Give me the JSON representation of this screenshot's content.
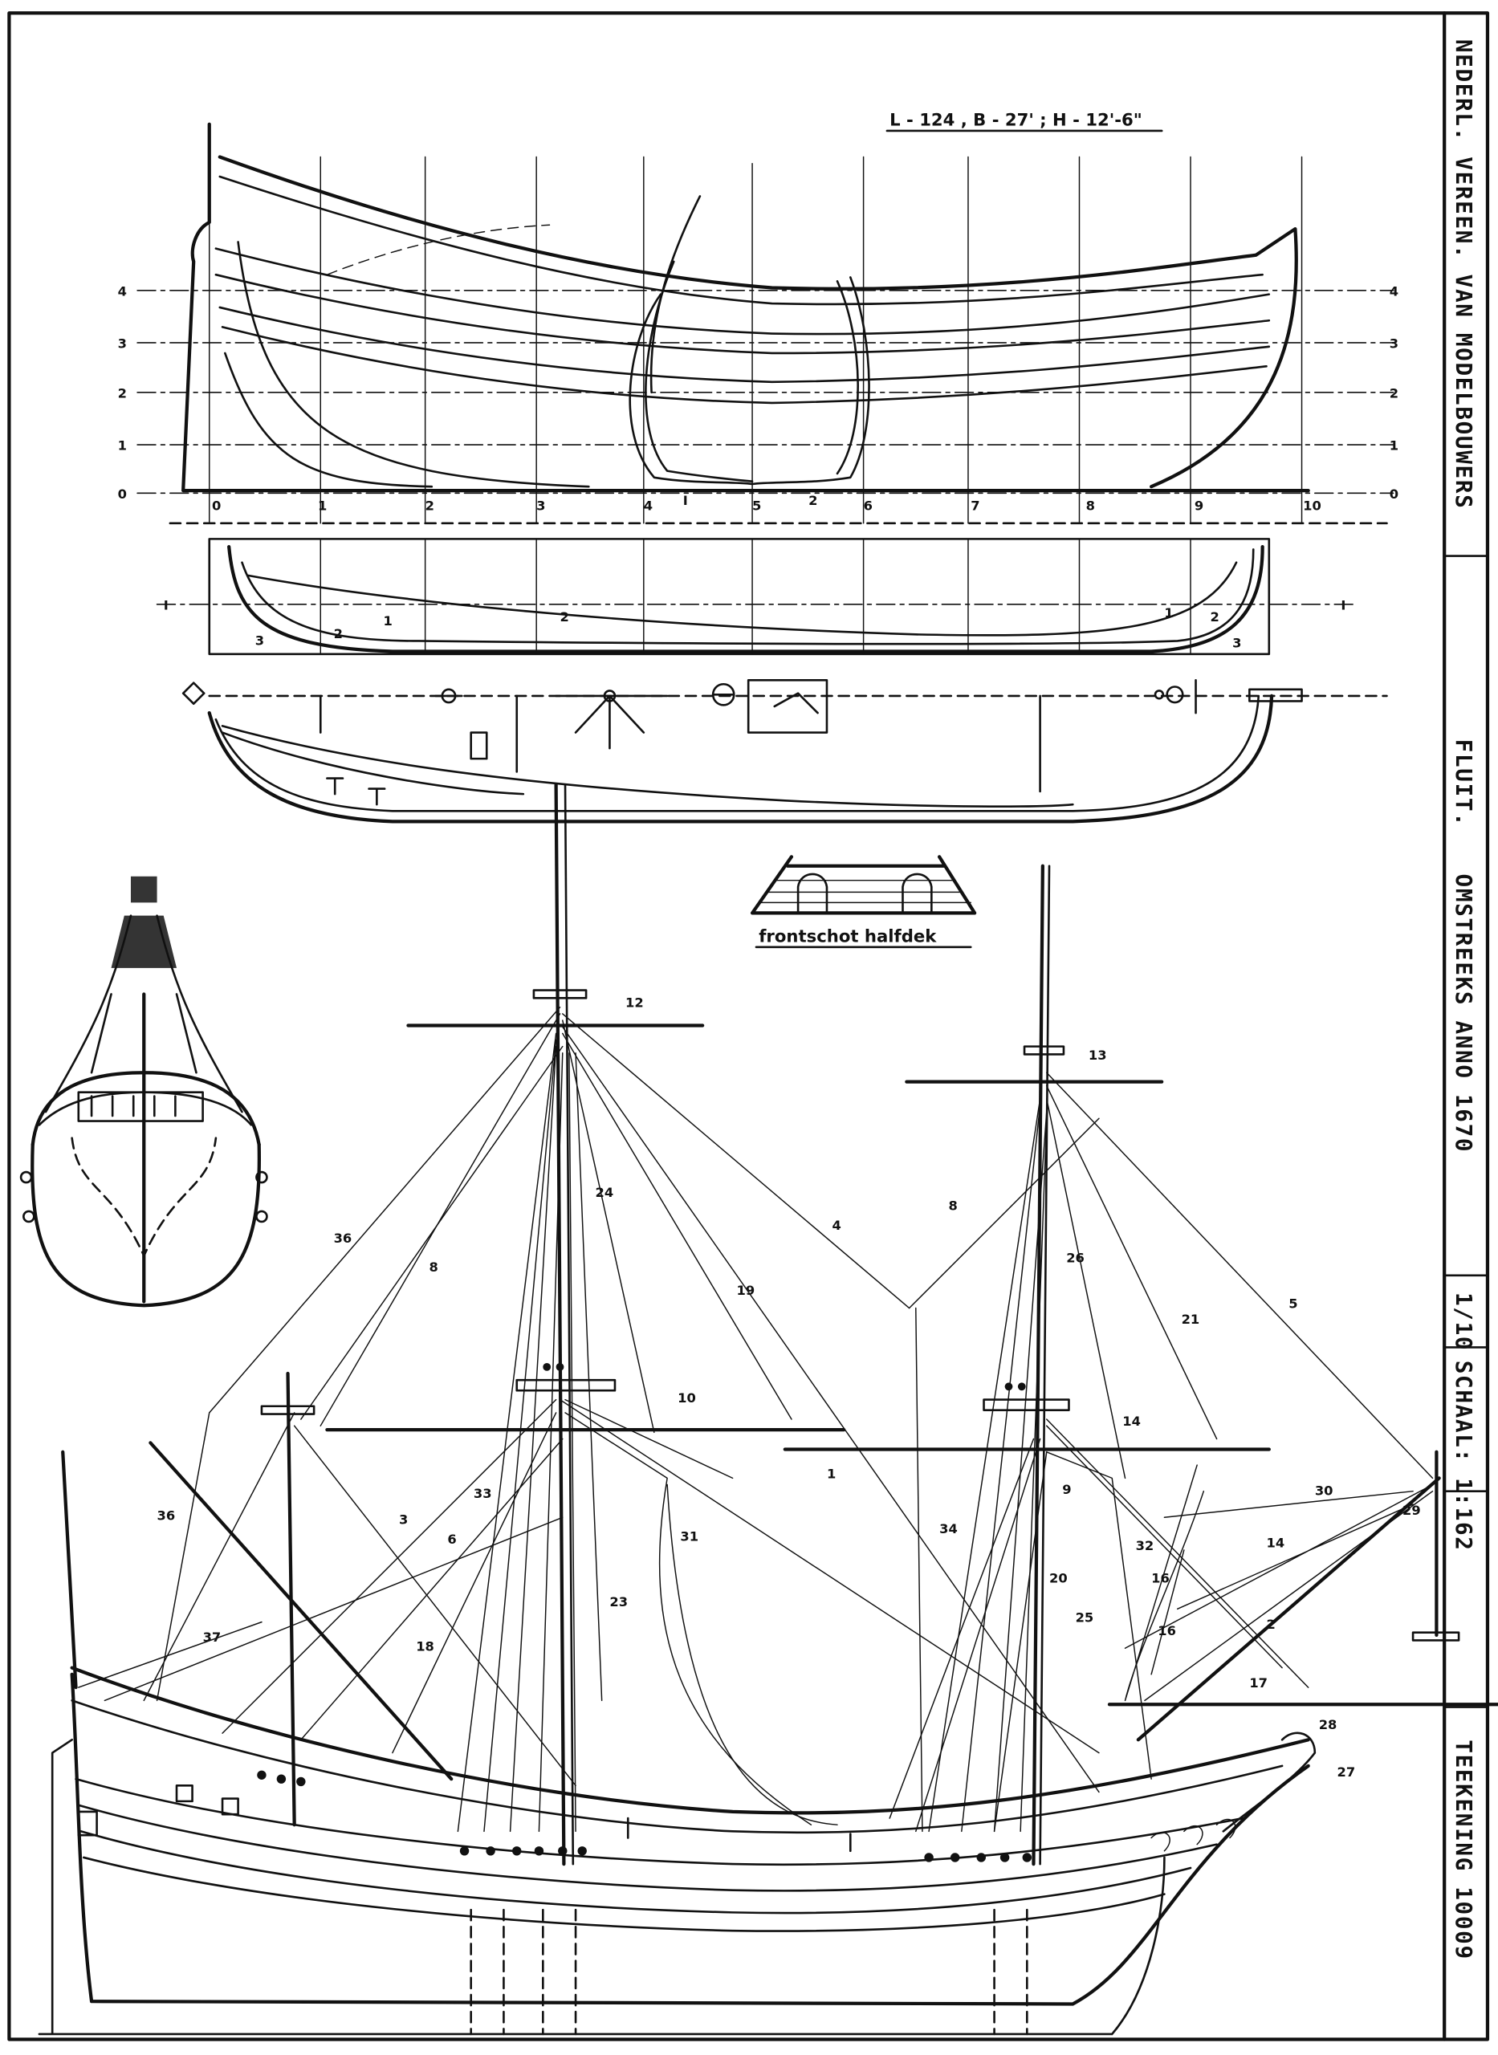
{
  "dimensions_title": "L - 124 , B - 27' ; H - 12'-6\"",
  "title_block": {
    "society": "NEDERL. VEREEN. VAN MODELBOUWERS",
    "ship_type": "FLUIT.",
    "date": "OMSTREEKS ANNO 1670",
    "fraction": "1/10",
    "scale": "SCHAAL: 1:162",
    "drawing_number": "TEEKENING 10009"
  },
  "detail_caption": "frontschot halfdek",
  "stations": [
    "0",
    "1",
    "2",
    "3",
    "4",
    "I",
    "5",
    "2",
    "6",
    "7",
    "8",
    "9",
    "10"
  ],
  "waterlines": [
    "4",
    "3",
    "2",
    "1",
    "0"
  ],
  "half_breadth_labels": [
    "I",
    "I",
    "3",
    "2",
    "1",
    "2",
    "1",
    "2",
    "3"
  ],
  "rigging_labels": [
    "12",
    "13",
    "24",
    "26",
    "19",
    "21",
    "4",
    "5",
    "8",
    "8",
    "36",
    "10",
    "14",
    "30",
    "29",
    "14",
    "16",
    "17",
    "32",
    "25",
    "20",
    "34",
    "31",
    "23",
    "18",
    "37",
    "36",
    "3",
    "6",
    "33",
    "1",
    "2",
    "28",
    "27",
    "9",
    "16"
  ]
}
